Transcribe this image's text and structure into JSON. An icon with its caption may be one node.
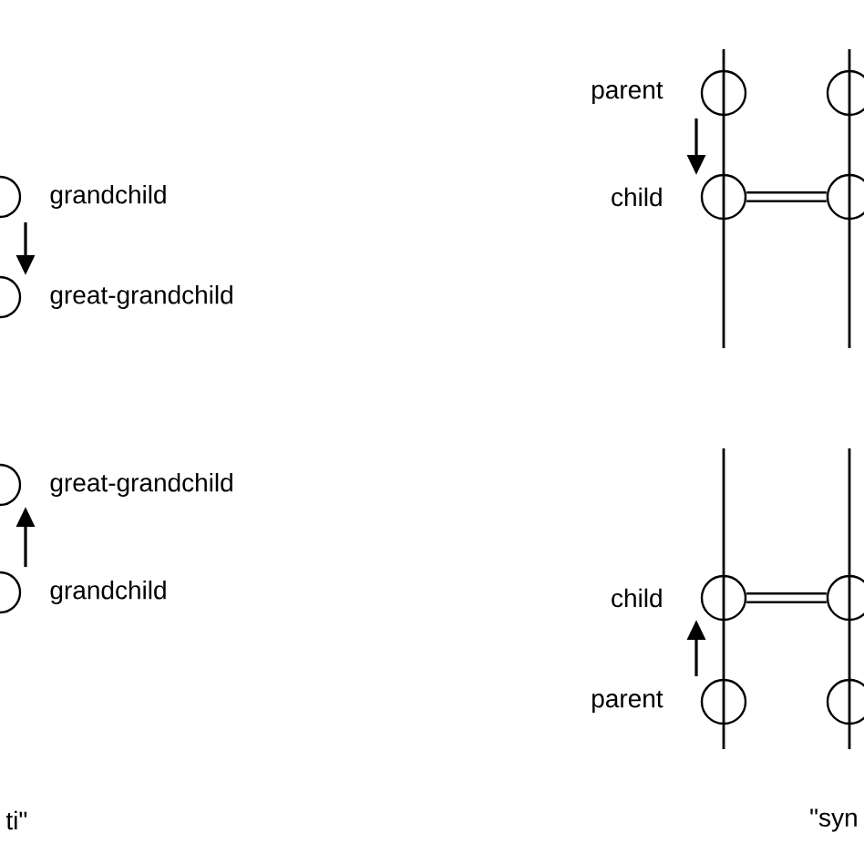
{
  "diagram": {
    "nodes": [
      {
        "text": [],
        "shape": "circle",
        "beside": [
          "grandchild"
        ]
      },
      {
        "text": [],
        "shape": "circle",
        "beside": [
          "great-grandchild"
        ]
      },
      {
        "text": [],
        "shape": "circle",
        "beside": [
          "great-grandchild"
        ]
      },
      {
        "text": [],
        "shape": "circle",
        "beside": [
          "grandchild"
        ]
      },
      {
        "text": [],
        "shape": "circle",
        "beside": [
          "parent"
        ]
      },
      {
        "text": [],
        "shape": "circle"
      },
      {
        "text": [],
        "shape": "circle",
        "beside": [
          "child"
        ]
      },
      {
        "text": [],
        "shape": "circle"
      },
      {
        "text": [],
        "shape": "circle",
        "beside": [
          "child"
        ]
      },
      {
        "text": [],
        "shape": "circle"
      },
      {
        "text": [],
        "shape": "circle",
        "beside": [
          "parent"
        ]
      },
      {
        "text": [],
        "shape": "circle"
      }
    ],
    "edges": [
      {
        "from": 0,
        "to": 1,
        "arrow": "to"
      },
      {
        "from": 3,
        "to": 2,
        "arrow": "to"
      },
      {
        "from": 4,
        "to": 6,
        "arrow": "to"
      },
      {
        "from": 10,
        "to": 8,
        "arrow": "to"
      },
      {
        "from": 6,
        "to": 7,
        "arrow": "none",
        "style": "thick"
      },
      {
        "from": 8,
        "to": 9,
        "arrow": "none",
        "style": "thick"
      }
    ],
    "labels": [
      "ti\"",
      "\"syn"
    ]
  }
}
